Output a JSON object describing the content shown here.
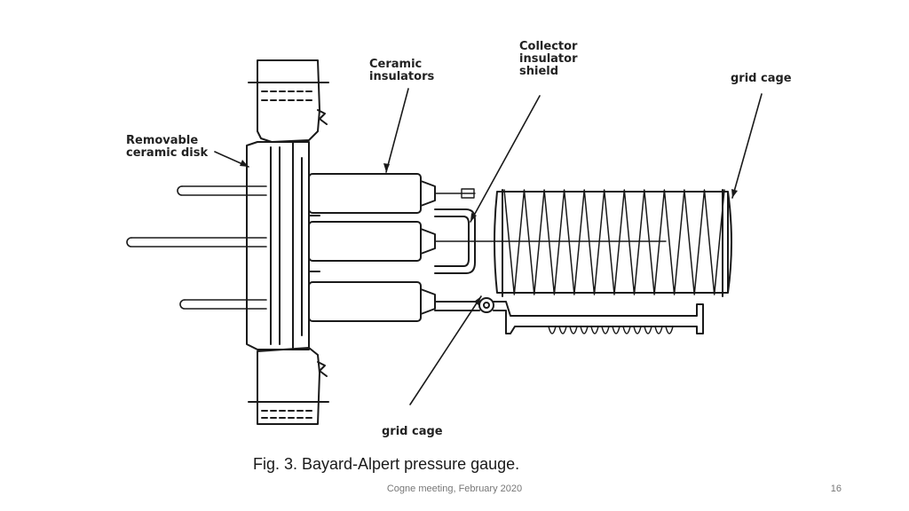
{
  "diagram": {
    "labels": {
      "removable_disk": "Removable ceramic disk",
      "ceramic_insulators": "Ceramic insulators",
      "collector_shield": "Collector insulator shield",
      "grid_cage_top": "grid cage",
      "grid_cage_bottom": "grid cage"
    }
  },
  "caption": "Fig. 3. Bayard-Alpert pressure gauge.",
  "footer": "Cogne meeting, February 2020",
  "page_number": "16"
}
